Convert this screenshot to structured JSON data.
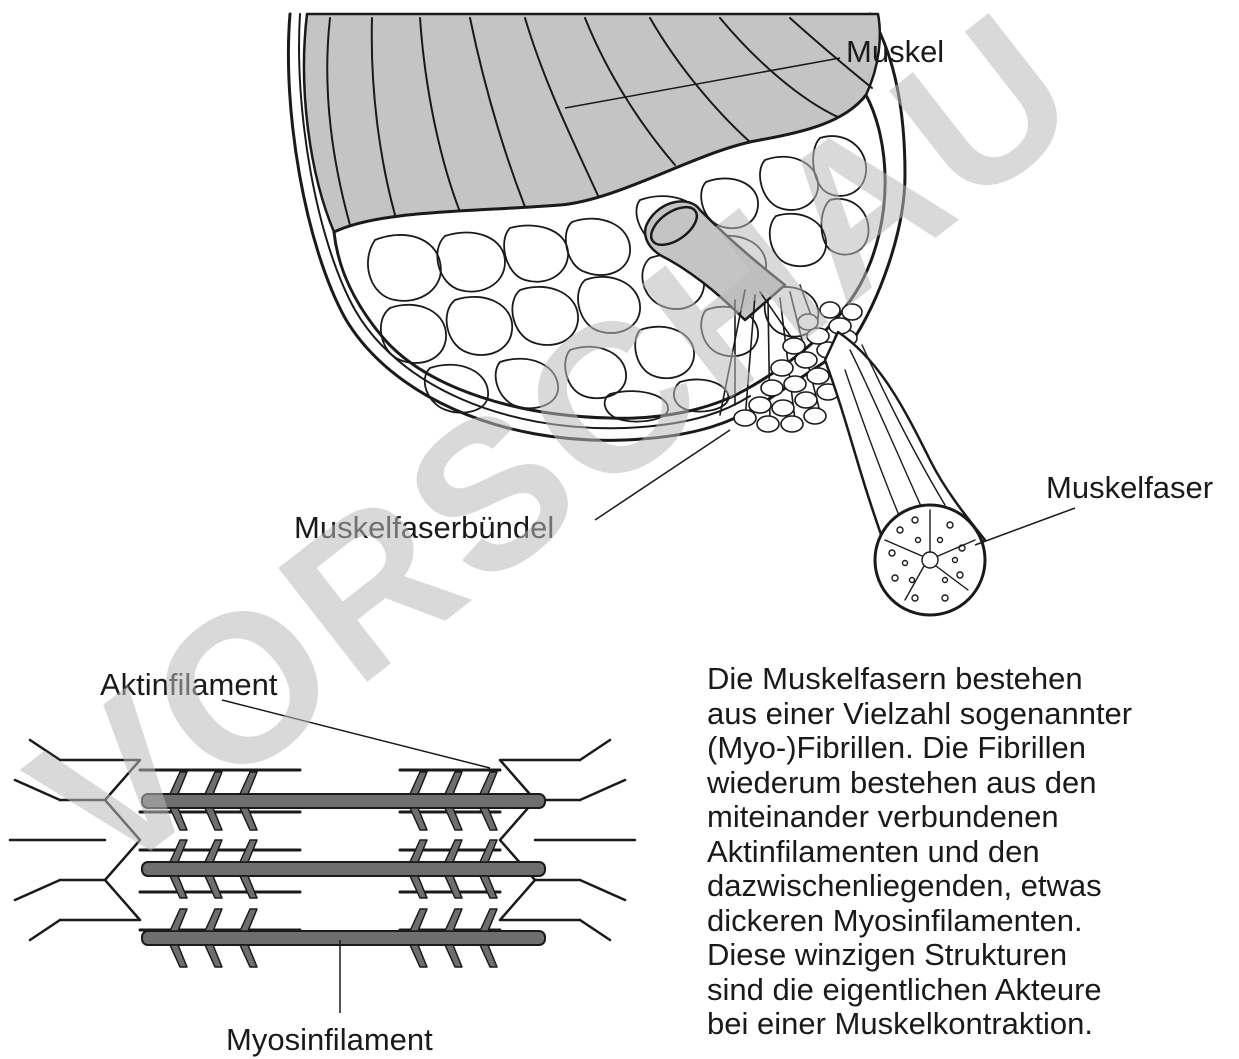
{
  "labels": {
    "muskel": "Muskel",
    "muskelfaser": "Muskelfaser",
    "muskelfaserbuendel": "Muskelfaserbündel",
    "aktinfilament": "Aktinfilament",
    "myosinfilament": "Myosinfilament"
  },
  "description": {
    "lines": [
      "Die Muskelfasern bestehen",
      "aus einer Vielzahl sogenannter",
      "(Myo-)Fibrillen. Die Fibrillen",
      "wiederum bestehen aus den",
      "miteinander verbundenen",
      "Aktinfilamenten und den",
      "dazwischenliegenden, etwas",
      "dickeren Myosinfilamenten.",
      "Diese winzigen Strukturen",
      "sind die eigentlichen Akteure",
      "bei einer Muskelkontraktion."
    ]
  },
  "watermark": "VORSCHAU",
  "colors": {
    "muscle_fill": "#c4c4c4",
    "myosin_fill": "#6e6e6e",
    "ink": "#1a1a1a",
    "watermark": "#b9b9b9"
  }
}
